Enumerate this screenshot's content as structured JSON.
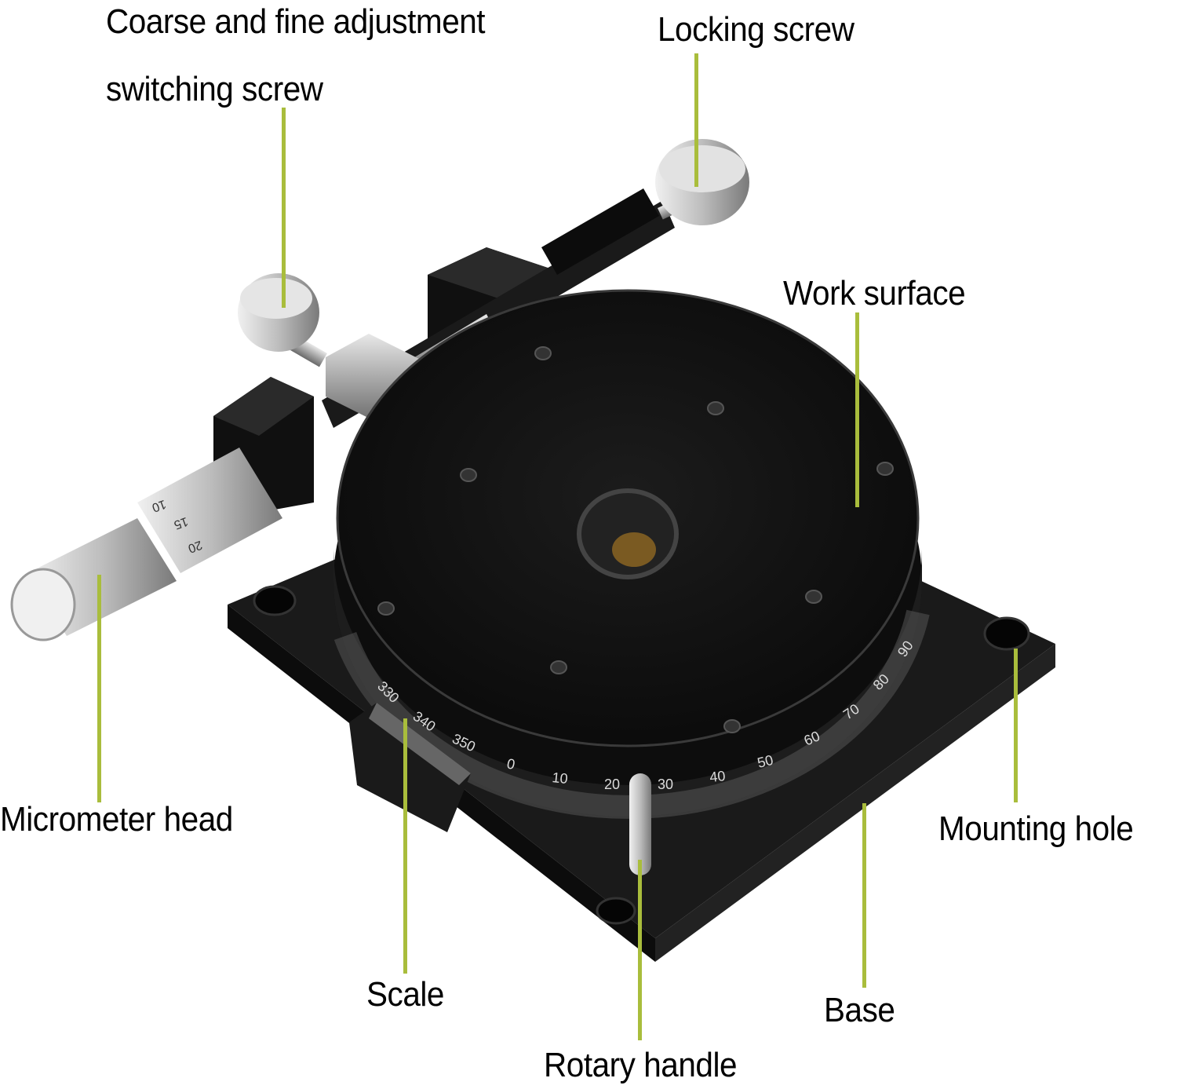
{
  "title": "Rotary stage component diagram",
  "colors": {
    "leader_line": "#a9bd3c",
    "label_text": "#000000",
    "background": "#ffffff",
    "stage_body": "#111111",
    "metal": "#b8b8b8"
  },
  "labels": {
    "coarse_fine_line1": "Coarse and fine adjustment",
    "coarse_fine_line2": "switching screw",
    "locking_screw": "Locking screw",
    "work_surface": "Work surface",
    "micrometer_head": "Micrometer head",
    "mounting_hole": "Mounting hole",
    "scale": "Scale",
    "base": "Base",
    "rotary_handle": "Rotary handle"
  },
  "scale_ticks": [
    "330",
    "340",
    "350",
    "0",
    "10",
    "20",
    "30",
    "40",
    "50",
    "60",
    "70",
    "80",
    "90"
  ],
  "micrometer_ticks": [
    "10",
    "15",
    "20"
  ]
}
